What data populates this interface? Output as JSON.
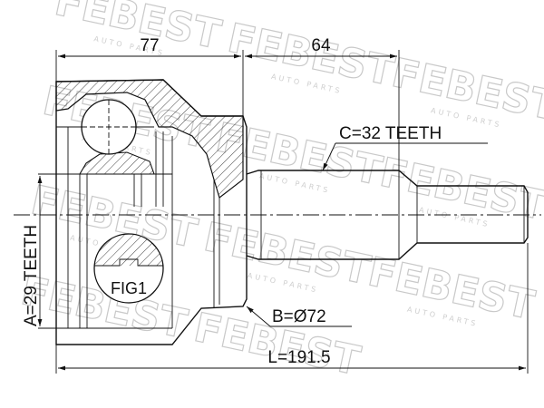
{
  "watermark": {
    "brand": "FEBEST",
    "sub": "AUTO PARTS"
  },
  "dimensions": {
    "top_left": "77",
    "top_right": "64",
    "spline_c": "C=32 TEETH",
    "diameter_b": "B=Ø72",
    "spline_a": "A=29 TEETH",
    "length_l": "L=191.5"
  },
  "figure_label": "FIG1"
}
